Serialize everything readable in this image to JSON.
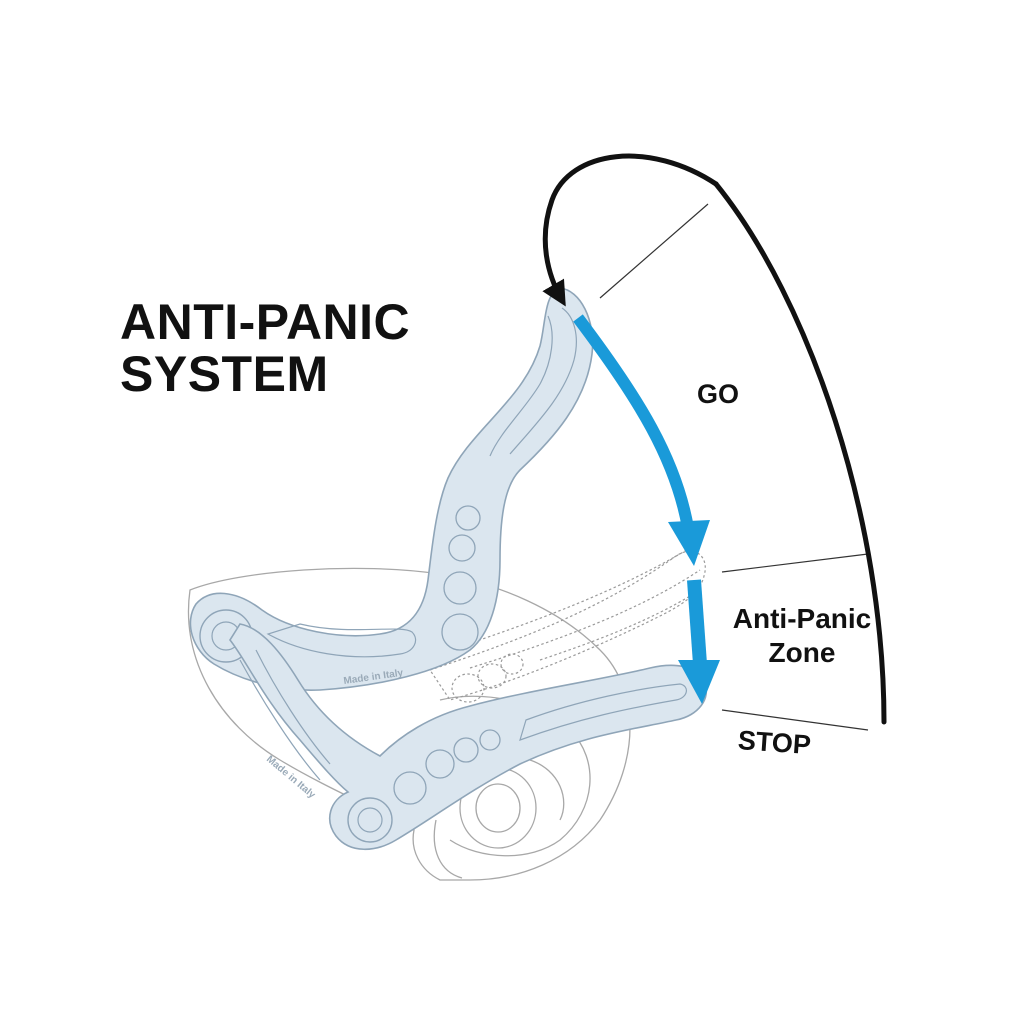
{
  "title": {
    "line1": "ANTI-PANIC",
    "line2": "SYSTEM"
  },
  "labels": {
    "go": "GO",
    "zone_line1": "Anti-Panic",
    "zone_line2": "Zone",
    "stop": "STOP"
  },
  "device_stamps": {
    "upper": "Made in Italy",
    "lower": "Made in Italy"
  },
  "colors": {
    "arrow_blue": "#1a9ad9",
    "handle_fill": "#dbe6ef",
    "handle_stroke": "#8fa5b8",
    "ghost_stroke": "#a8a8a8",
    "black_arrow": "#111111",
    "text": "#111111"
  }
}
